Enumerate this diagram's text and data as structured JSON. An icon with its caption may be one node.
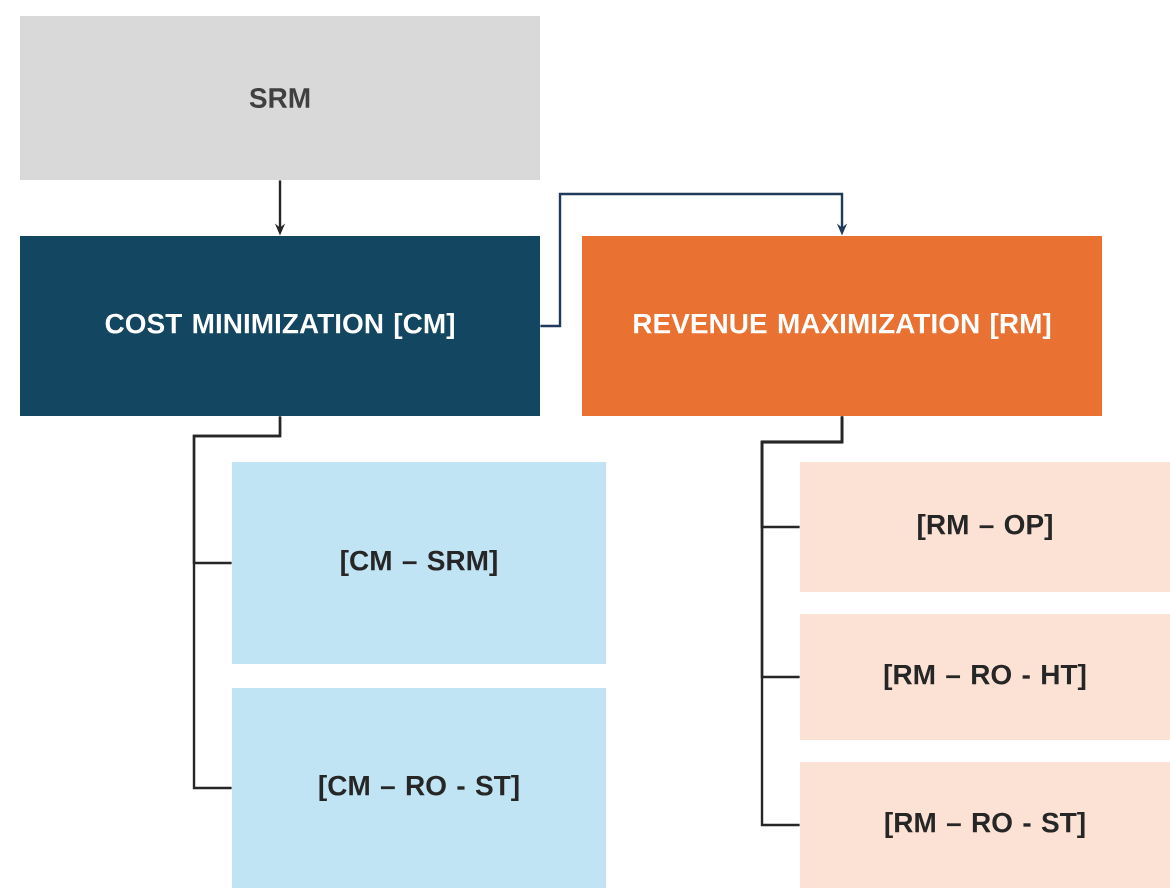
{
  "diagram": {
    "nodes": [
      {
        "text": [
          "SRM"
        ]
      },
      {
        "text": [
          "COST MINIMIZATION [CM]"
        ]
      },
      {
        "text": [
          "REVENUE MAXIMIZATION [RM]"
        ]
      },
      {
        "text": [
          "[CM – SRM]"
        ]
      },
      {
        "text": [
          "[CM – RO - ST]"
        ]
      },
      {
        "text": [
          "[RM – OP]"
        ]
      },
      {
        "text": [
          "[RM – RO - HT]"
        ]
      },
      {
        "text": [
          "[RM – RO - ST]"
        ]
      }
    ],
    "edges": [
      {
        "from": 0,
        "to": 1,
        "arrow": "to"
      },
      {
        "from": 1,
        "to": 2,
        "arrow": "to",
        "color": "#1f3a5a"
      },
      {
        "from": 1,
        "to": 3,
        "arrow": "none"
      },
      {
        "from": 1,
        "to": 4,
        "arrow": "none"
      },
      {
        "from": 2,
        "to": 5,
        "arrow": "none"
      },
      {
        "from": 2,
        "to": 6,
        "arrow": "none"
      },
      {
        "from": 2,
        "to": 7,
        "arrow": "none"
      }
    ]
  }
}
